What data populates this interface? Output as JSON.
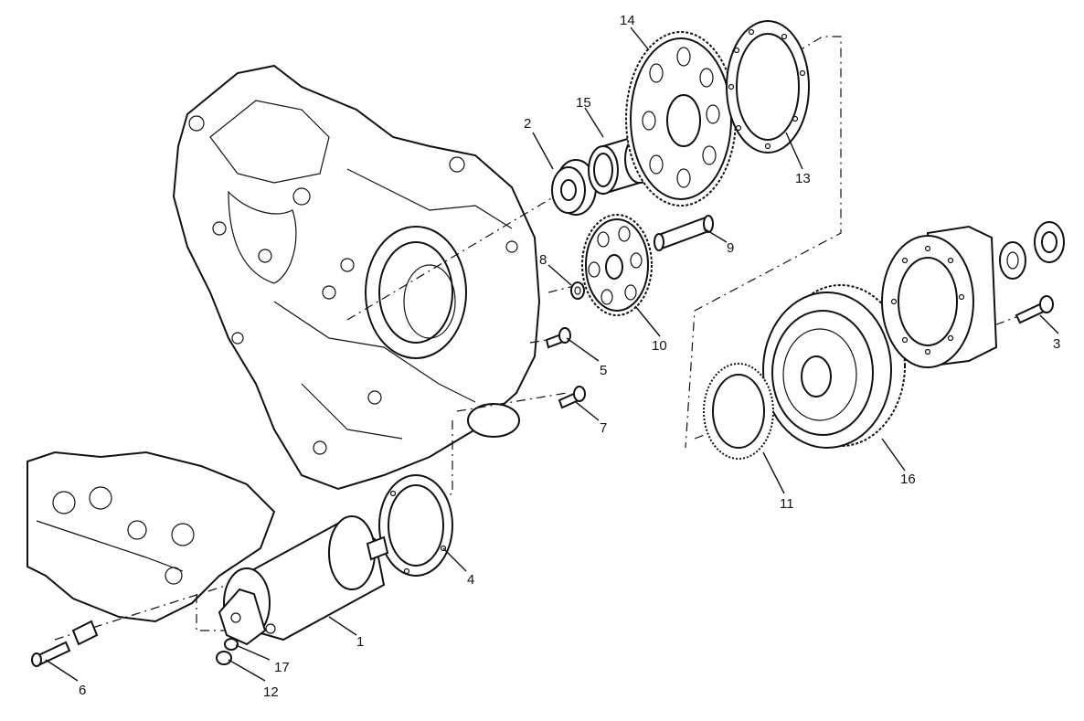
{
  "callouts": {
    "c1": "1",
    "c2": "2",
    "c3": "3",
    "c4": "4",
    "c5": "5",
    "c6": "6",
    "c7": "7",
    "c8": "8",
    "c9": "9",
    "c10": "10",
    "c11": "11",
    "c12": "12",
    "c13": "13",
    "c14": "14",
    "c15": "15",
    "c16": "16",
    "c17": "17"
  },
  "icons": [
    "crankcase",
    "starter-motor",
    "gasket",
    "starter-gear",
    "idler-gear",
    "spacer",
    "bushing",
    "shaft",
    "washer",
    "screw",
    "sprag-clutch",
    "flywheel",
    "rotor",
    "nut"
  ]
}
